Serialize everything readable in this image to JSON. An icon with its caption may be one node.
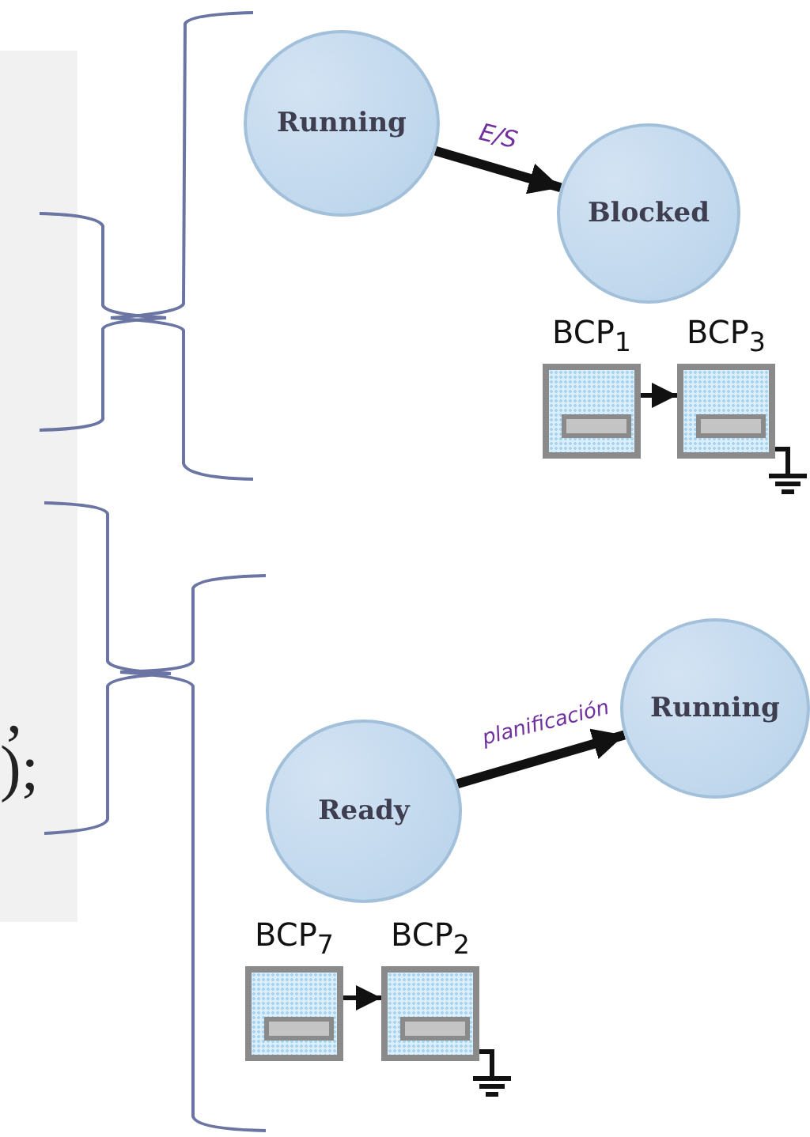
{
  "diagram": {
    "nodes": [
      {
        "text": [
          "Running"
        ]
      },
      {
        "text": [
          "Blocked"
        ]
      },
      {
        "text": [
          "BCP$_{1}$"
        ]
      },
      {
        "text": [
          "BCP$_{3}$"
        ]
      },
      {
        "text": [
          "Ready"
        ]
      },
      {
        "text": [
          "Running"
        ]
      },
      {
        "text": [
          "BCP$_{7}$"
        ]
      },
      {
        "text": [
          "BCP$_{2}$"
        ]
      }
    ],
    "edges": [
      {
        "from": 0,
        "to": 1,
        "arrow": "to",
        "label": "E/S",
        "style": "thick"
      },
      {
        "from": 2,
        "to": 3,
        "arrow": "to"
      },
      {
        "from": 4,
        "to": 5,
        "arrow": "to",
        "label": "planificación",
        "style": "thick"
      },
      {
        "from": 6,
        "to": 7,
        "arrow": "to"
      }
    ],
    "labels": [
      ",",
      ");"
    ]
  }
}
